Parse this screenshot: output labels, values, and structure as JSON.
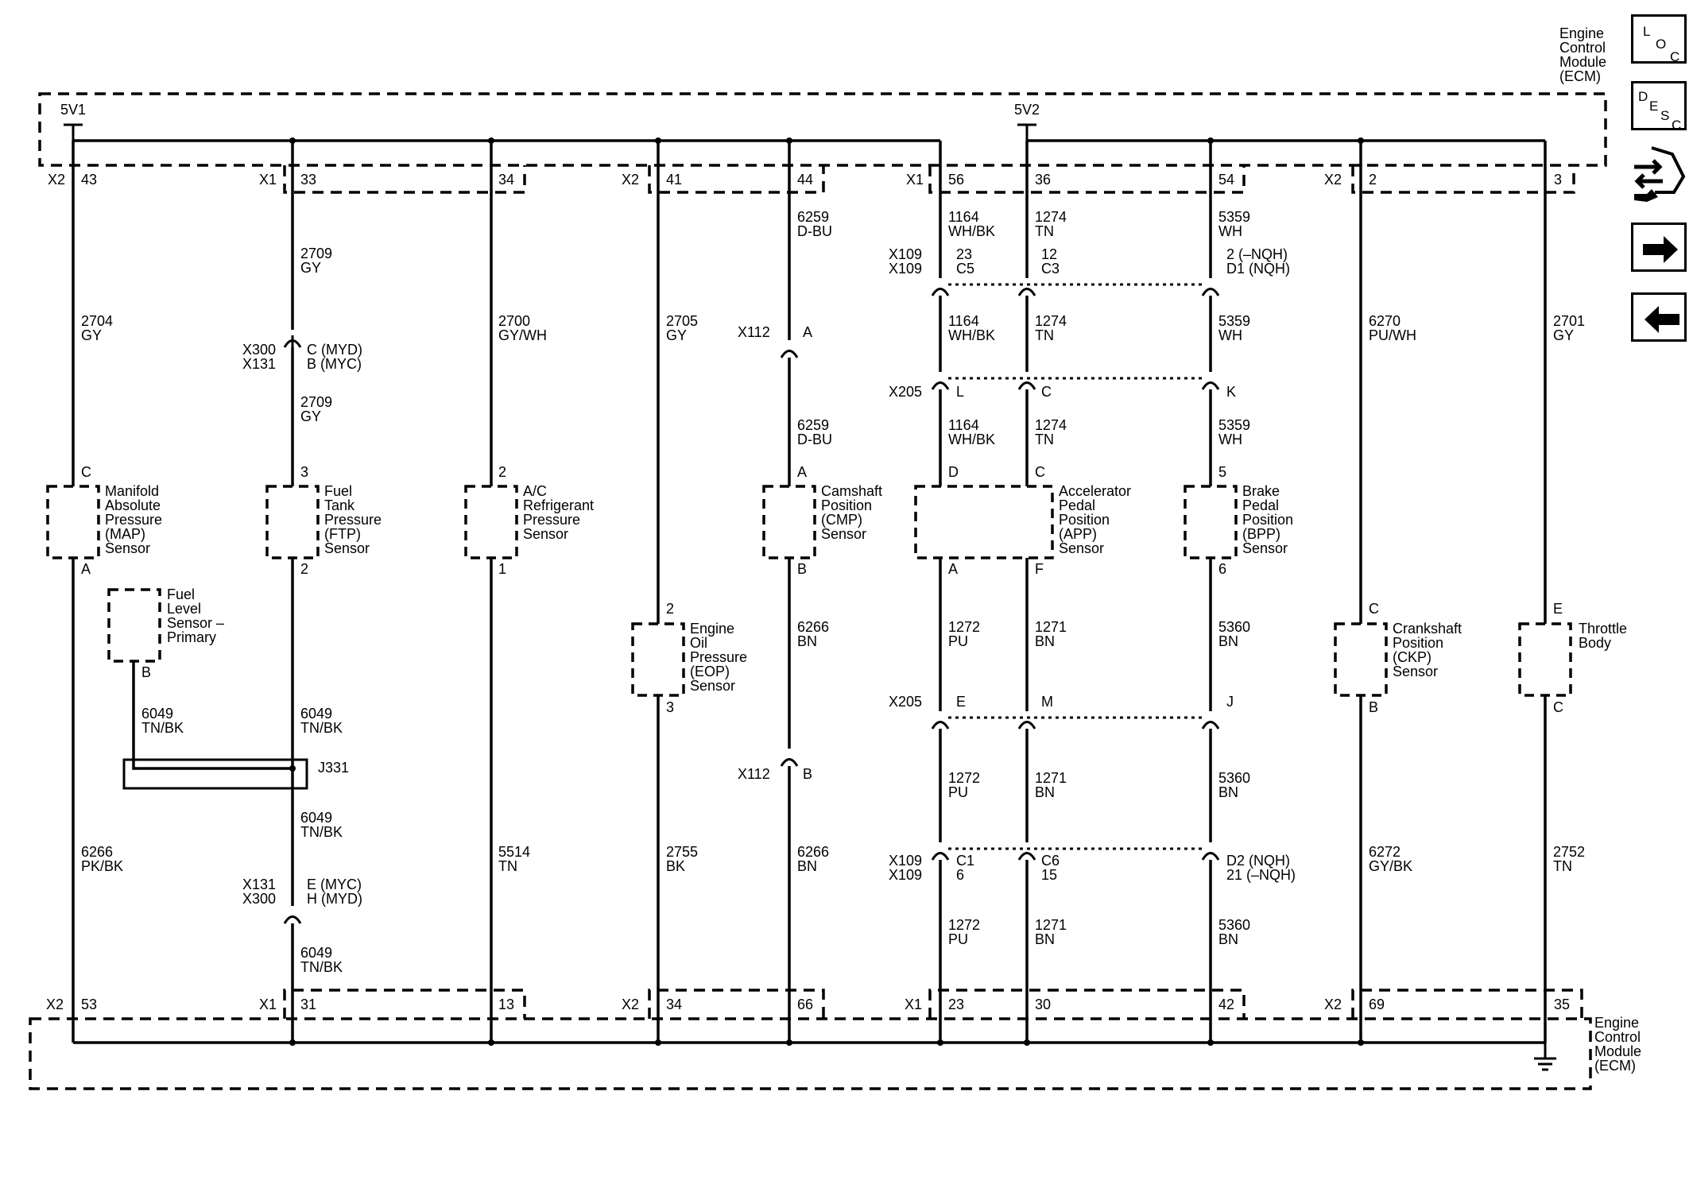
{
  "ecm_title": [
    "Engine",
    "Control",
    "Module",
    "(ECM)"
  ],
  "supplies": {
    "left": "5V1",
    "right": "5V2"
  },
  "top_connectors": [
    {
      "conn": "X2",
      "pin": "43"
    },
    {
      "conn": "X1",
      "pin": "33"
    },
    {
      "pin": "34"
    },
    {
      "conn": "X2",
      "pin": "41"
    },
    {
      "pin": "44"
    },
    {
      "conn": "X1",
      "pin": "56"
    },
    {
      "pin": "36"
    },
    {
      "pin": "54"
    },
    {
      "conn": "X2",
      "pin": "2"
    },
    {
      "pin": "3"
    }
  ],
  "bottom_connectors": [
    {
      "conn": "X2",
      "pin": "53"
    },
    {
      "conn": "X1",
      "pin": "31"
    },
    {
      "pin": "13"
    },
    {
      "conn": "X2",
      "pin": "34"
    },
    {
      "pin": "66"
    },
    {
      "conn": "X1",
      "pin": "23"
    },
    {
      "pin": "30"
    },
    {
      "pin": "42"
    },
    {
      "conn": "X2",
      "pin": "69"
    },
    {
      "pin": "35"
    }
  ],
  "wire_labels": [
    {
      "id": "w1",
      "lines": [
        "2704",
        "GY"
      ]
    },
    {
      "id": "w2",
      "lines": [
        "2709",
        "GY"
      ]
    },
    {
      "id": "w3",
      "lines": [
        "2709",
        "GY"
      ]
    },
    {
      "id": "w4",
      "lines": [
        "2700",
        "GY/WH"
      ]
    },
    {
      "id": "w5",
      "lines": [
        "2705",
        "GY"
      ]
    },
    {
      "id": "w6",
      "lines": [
        "6259",
        "D-BU"
      ]
    },
    {
      "id": "w7",
      "lines": [
        "6259",
        "D-BU"
      ]
    },
    {
      "id": "w8",
      "lines": [
        "1164",
        "WH/BK"
      ]
    },
    {
      "id": "w9",
      "lines": [
        "1164",
        "WH/BK"
      ]
    },
    {
      "id": "w10",
      "lines": [
        "1164",
        "WH/BK"
      ]
    },
    {
      "id": "w11",
      "lines": [
        "1274",
        "TN"
      ]
    },
    {
      "id": "w12",
      "lines": [
        "1274",
        "TN"
      ]
    },
    {
      "id": "w13",
      "lines": [
        "1274",
        "TN"
      ]
    },
    {
      "id": "w14",
      "lines": [
        "5359",
        "WH"
      ]
    },
    {
      "id": "w15",
      "lines": [
        "5359",
        "WH"
      ]
    },
    {
      "id": "w16",
      "lines": [
        "5359",
        "WH"
      ]
    },
    {
      "id": "w17",
      "lines": [
        "6270",
        "PU/WH"
      ]
    },
    {
      "id": "w18",
      "lines": [
        "2701",
        "GY"
      ]
    },
    {
      "id": "w19",
      "lines": [
        "6049",
        "TN/BK"
      ]
    },
    {
      "id": "w20",
      "lines": [
        "6049",
        "TN/BK"
      ]
    },
    {
      "id": "w21",
      "lines": [
        "6049",
        "TN/BK"
      ]
    },
    {
      "id": "w22",
      "lines": [
        "6049",
        "TN/BK"
      ]
    },
    {
      "id": "w23",
      "lines": [
        "6266",
        "PK/BK"
      ]
    },
    {
      "id": "w24",
      "lines": [
        "5514",
        "TN"
      ]
    },
    {
      "id": "w25",
      "lines": [
        "2755",
        "BK"
      ]
    },
    {
      "id": "w26",
      "lines": [
        "6266",
        "BN"
      ]
    },
    {
      "id": "w27",
      "lines": [
        "6266",
        "BN"
      ]
    },
    {
      "id": "w28",
      "lines": [
        "1272",
        "PU"
      ]
    },
    {
      "id": "w29",
      "lines": [
        "1272",
        "PU"
      ]
    },
    {
      "id": "w30",
      "lines": [
        "1272",
        "PU"
      ]
    },
    {
      "id": "w31",
      "lines": [
        "1271",
        "BN"
      ]
    },
    {
      "id": "w32",
      "lines": [
        "1271",
        "BN"
      ]
    },
    {
      "id": "w33",
      "lines": [
        "1271",
        "BN"
      ]
    },
    {
      "id": "w34",
      "lines": [
        "5360",
        "BN"
      ]
    },
    {
      "id": "w35",
      "lines": [
        "5360",
        "BN"
      ]
    },
    {
      "id": "w36",
      "lines": [
        "5360",
        "BN"
      ]
    },
    {
      "id": "w37",
      "lines": [
        "6272",
        "GY/BK"
      ]
    },
    {
      "id": "w38",
      "lines": [
        "2752",
        "TN"
      ]
    }
  ],
  "inline_connectors": [
    {
      "id": "c1",
      "lines": [
        "X300",
        "X131"
      ]
    },
    {
      "id": "c2",
      "lines": [
        "C (MYD)",
        "B (MYC)"
      ]
    },
    {
      "id": "c3",
      "lines": [
        "X131",
        "X300"
      ]
    },
    {
      "id": "c4",
      "lines": [
        "E (MYC)",
        "H (MYD)"
      ]
    },
    {
      "id": "c5",
      "lines": [
        "X112"
      ]
    },
    {
      "id": "c6",
      "lines": [
        "A"
      ]
    },
    {
      "id": "c7",
      "lines": [
        "X112"
      ]
    },
    {
      "id": "c8",
      "lines": [
        "B"
      ]
    },
    {
      "id": "c9",
      "lines": [
        "X109",
        "X109"
      ]
    },
    {
      "id": "c10",
      "lines": [
        "23",
        "C5"
      ]
    },
    {
      "id": "c11",
      "lines": [
        "12",
        "C3"
      ]
    },
    {
      "id": "c12",
      "lines": [
        "2 (–NQH)",
        "D1 (NQH)"
      ]
    },
    {
      "id": "c13",
      "lines": [
        "X205"
      ]
    },
    {
      "id": "c14",
      "lines": [
        "L"
      ]
    },
    {
      "id": "c15",
      "lines": [
        "C"
      ]
    },
    {
      "id": "c16",
      "lines": [
        "K"
      ]
    },
    {
      "id": "c17",
      "lines": [
        "X205"
      ]
    },
    {
      "id": "c18",
      "lines": [
        "E"
      ]
    },
    {
      "id": "c19",
      "lines": [
        "M"
      ]
    },
    {
      "id": "c20",
      "lines": [
        "J"
      ]
    },
    {
      "id": "c21",
      "lines": [
        "X109",
        "X109"
      ]
    },
    {
      "id": "c22",
      "lines": [
        "C1",
        "6"
      ]
    },
    {
      "id": "c23",
      "lines": [
        "C6",
        "15"
      ]
    },
    {
      "id": "c24",
      "lines": [
        "D2 (NQH)",
        "21 (–NQH)"
      ]
    },
    {
      "id": "c25",
      "lines": [
        "J331"
      ]
    }
  ],
  "sensors": [
    {
      "id": "map",
      "name": [
        "Manifold",
        "Absolute",
        "Pressure",
        "(MAP)",
        "Sensor"
      ],
      "pins": [
        "C",
        "A"
      ]
    },
    {
      "id": "ftp",
      "name": [
        "Fuel",
        "Tank",
        "Pressure",
        "(FTP)",
        "Sensor"
      ],
      "pins": [
        "3",
        "2"
      ]
    },
    {
      "id": "ac",
      "name": [
        "A/C",
        "Refrigerant",
        "Pressure",
        "Sensor"
      ],
      "pins": [
        "2",
        "1"
      ]
    },
    {
      "id": "cmp",
      "name": [
        "Camshaft",
        "Position",
        "(CMP)",
        "Sensor"
      ],
      "pins": [
        "A",
        "B"
      ]
    },
    {
      "id": "app",
      "name": [
        "Accelerator",
        "Pedal",
        "Position",
        "(APP)",
        "Sensor"
      ],
      "pins": [
        "D",
        "C",
        "A",
        "F"
      ]
    },
    {
      "id": "bpp",
      "name": [
        "Brake",
        "Pedal",
        "Position",
        "(BPP)",
        "Sensor"
      ],
      "pins": [
        "5",
        "6"
      ]
    },
    {
      "id": "fls",
      "name": [
        "Fuel",
        "Level",
        "Sensor –",
        "Primary"
      ],
      "pins": [
        "B"
      ]
    },
    {
      "id": "eop",
      "name": [
        "Engine",
        "Oil",
        "Pressure",
        "(EOP)",
        "Sensor"
      ],
      "pins": [
        "2",
        "3"
      ]
    },
    {
      "id": "ckp",
      "name": [
        "Crankshaft",
        "Position",
        "(CKP)",
        "Sensor"
      ],
      "pins": [
        "C",
        "B"
      ]
    },
    {
      "id": "tb",
      "name": [
        "Throttle",
        "Body"
      ],
      "pins": [
        "E",
        "C"
      ]
    }
  ],
  "nav": {
    "loc": {
      "letters": [
        "L",
        "O",
        "C"
      ],
      "icon": "loc-icon"
    },
    "desc": {
      "letters": [
        "D",
        "E",
        "S",
        "C"
      ],
      "icon": "desc-icon"
    },
    "service": {
      "icon": "service-tools-icon"
    },
    "next": {
      "icon": "arrow-right-icon"
    },
    "prev": {
      "icon": "arrow-left-icon"
    }
  }
}
